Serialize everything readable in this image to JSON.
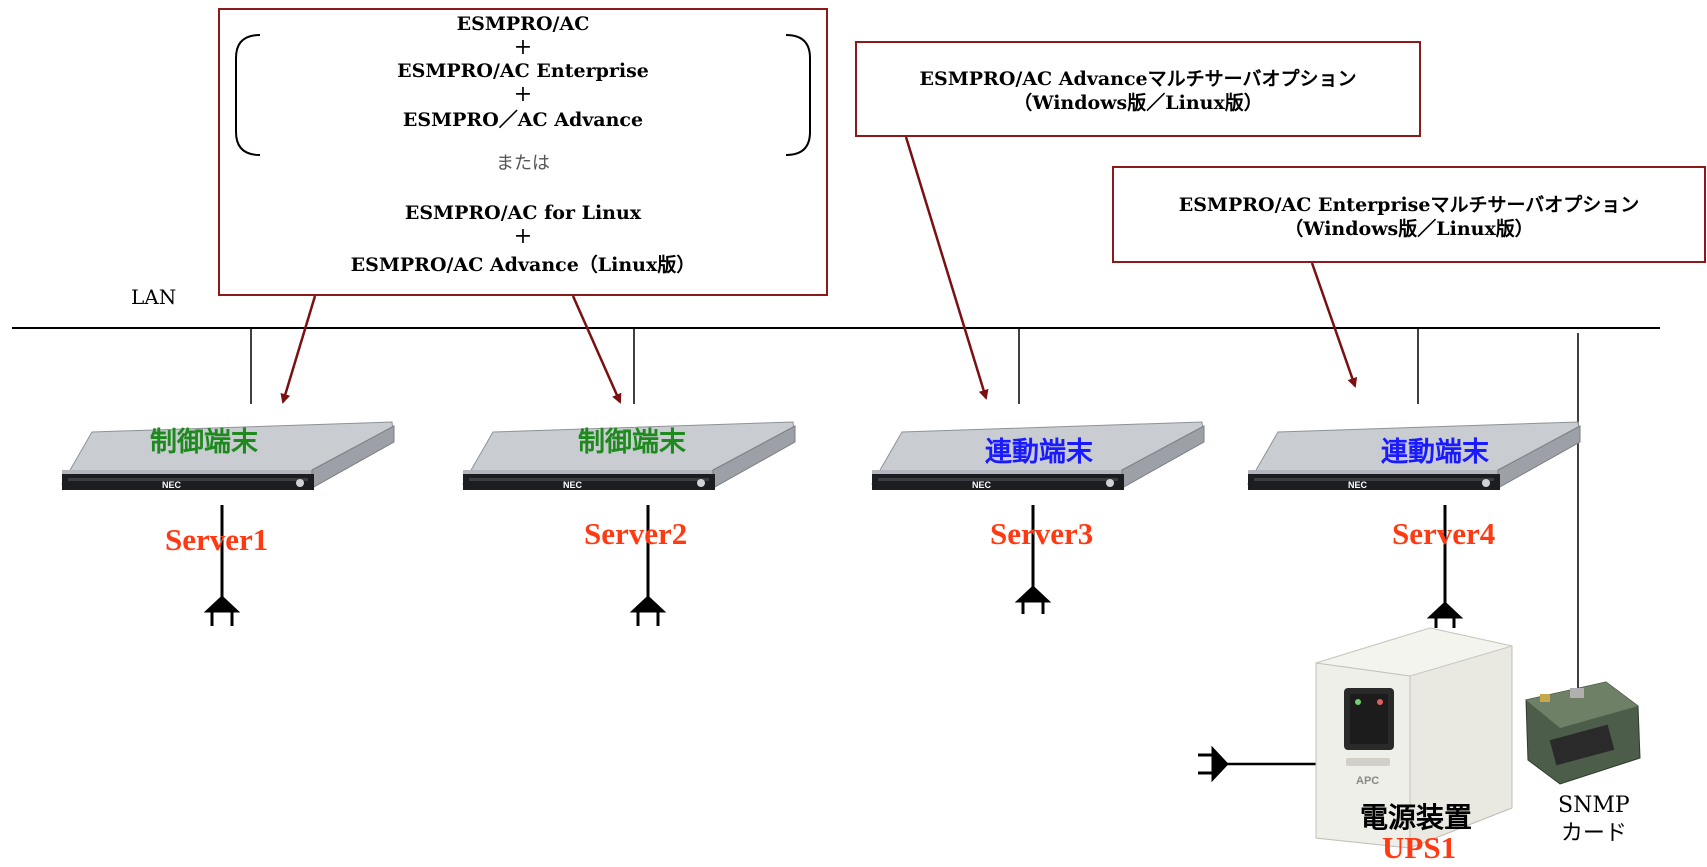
{
  "box1": {
    "lines": [
      "ESMPRO/AC",
      "+",
      "ESMPRO/AC Enterprise",
      "+",
      "ESMPRO／AC Advance"
    ],
    "or": "または",
    "lines2": [
      "ESMPRO/AC for Linux",
      "+",
      "ESMPRO/AC Advance（Linux版）"
    ]
  },
  "box2": {
    "line1": "ESMPRO/AC Advanceマルチサーバオプション",
    "line2": "（Windows版／Linux版）"
  },
  "box3": {
    "line1": "ESMPRO/AC Enterpriseマルチサーバオプション",
    "line2": "（Windows版／Linux版）"
  },
  "lan_label": "LAN",
  "servers": [
    {
      "role": "制御端末",
      "name": "Server1",
      "role_color": "#1e8a1e",
      "brand": "NEC"
    },
    {
      "role": "制御端末",
      "name": "Server2",
      "role_color": "#1e8a1e",
      "brand": "NEC"
    },
    {
      "role": "連動端末",
      "name": "Server3",
      "role_color": "#1a1aff",
      "brand": "NEC"
    },
    {
      "role": "連動端末",
      "name": "Server4",
      "role_color": "#1a1aff",
      "brand": "NEC"
    }
  ],
  "ups": {
    "label": "電源装置",
    "name": "UPS1",
    "brand": "APC",
    "name_color": "#ff3a12"
  },
  "snmp": {
    "line1": "SNMP",
    "line2": "カード"
  },
  "colors": {
    "box_border": "#8b1a1a",
    "arrow": "#7a1010"
  }
}
